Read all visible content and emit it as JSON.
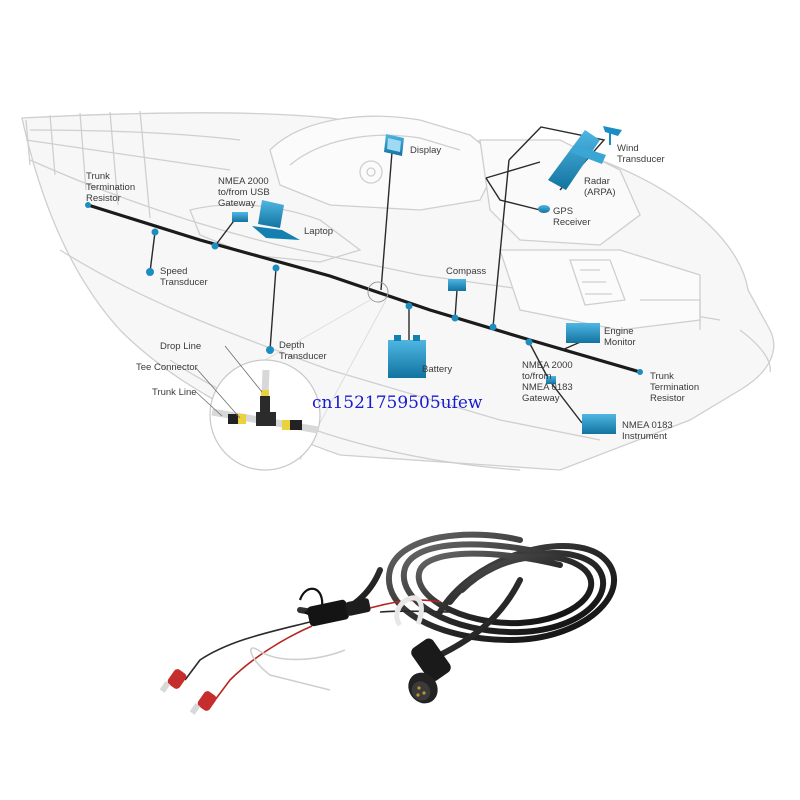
{
  "diagram": {
    "labels": {
      "trunk_termination_resistor_left": [
        "Trunk",
        "Termination",
        "Resistor"
      ],
      "nmea2000_usb_gateway": [
        "NMEA 2000",
        "to/from USB",
        "Gateway"
      ],
      "laptop": [
        "Laptop"
      ],
      "display": [
        "Display"
      ],
      "wind_transducer": [
        "Wind",
        "Transducer"
      ],
      "radar": [
        "Radar",
        "(ARPA)"
      ],
      "gps_receiver": [
        "GPS",
        "Receiver"
      ],
      "speed_transducer": [
        "Speed",
        "Transducer"
      ],
      "compass": [
        "Compass"
      ],
      "engine_monitor": [
        "Engine",
        "Monitor"
      ],
      "depth_transducer": [
        "Depth",
        "Transducer"
      ],
      "drop_line": [
        "Drop Line"
      ],
      "tee_connector": [
        "Tee Connector"
      ],
      "trunk_line": [
        "Trunk Line"
      ],
      "battery": [
        "Battery"
      ],
      "trunk_termination_resistor_right": [
        "Trunk",
        "Termination",
        "Resistor"
      ],
      "nmea2000_0183_gateway": [
        "NMEA 2000",
        "to/from",
        "NMEA 0183",
        "Gateway"
      ],
      "nmea0183_instrument": [
        "NMEA 0183",
        "Instrument"
      ]
    },
    "watermark": "cn1521759505ufew"
  },
  "colors": {
    "trunk_line": "#1b1b1b",
    "device_blue": "#1a8ec2",
    "boat_outline": "#c9c9c9",
    "label_text": "#3a3a3a",
    "watermark": "#1a1ad0"
  }
}
